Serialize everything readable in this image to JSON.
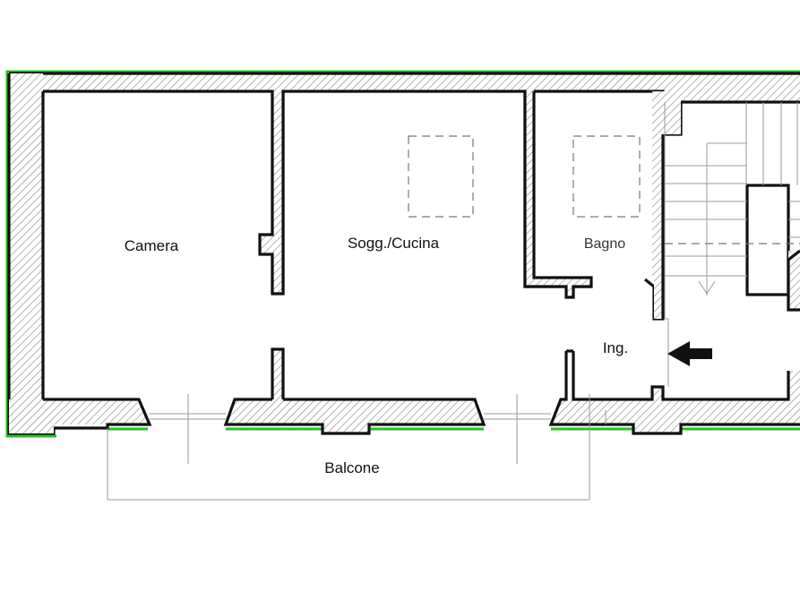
{
  "rooms": {
    "camera": "Camera",
    "soggiorno": "Sogg./Cucina",
    "bagno": "Bagno",
    "ingresso": "Ing.",
    "balcone": "Balcone"
  },
  "colors": {
    "wall": "#111111",
    "outline": "#22c21f",
    "hatch": "#8c8c8c",
    "thin_lines": "#9a9a9a"
  },
  "icons": {
    "entrance": "arrow-left-icon"
  }
}
